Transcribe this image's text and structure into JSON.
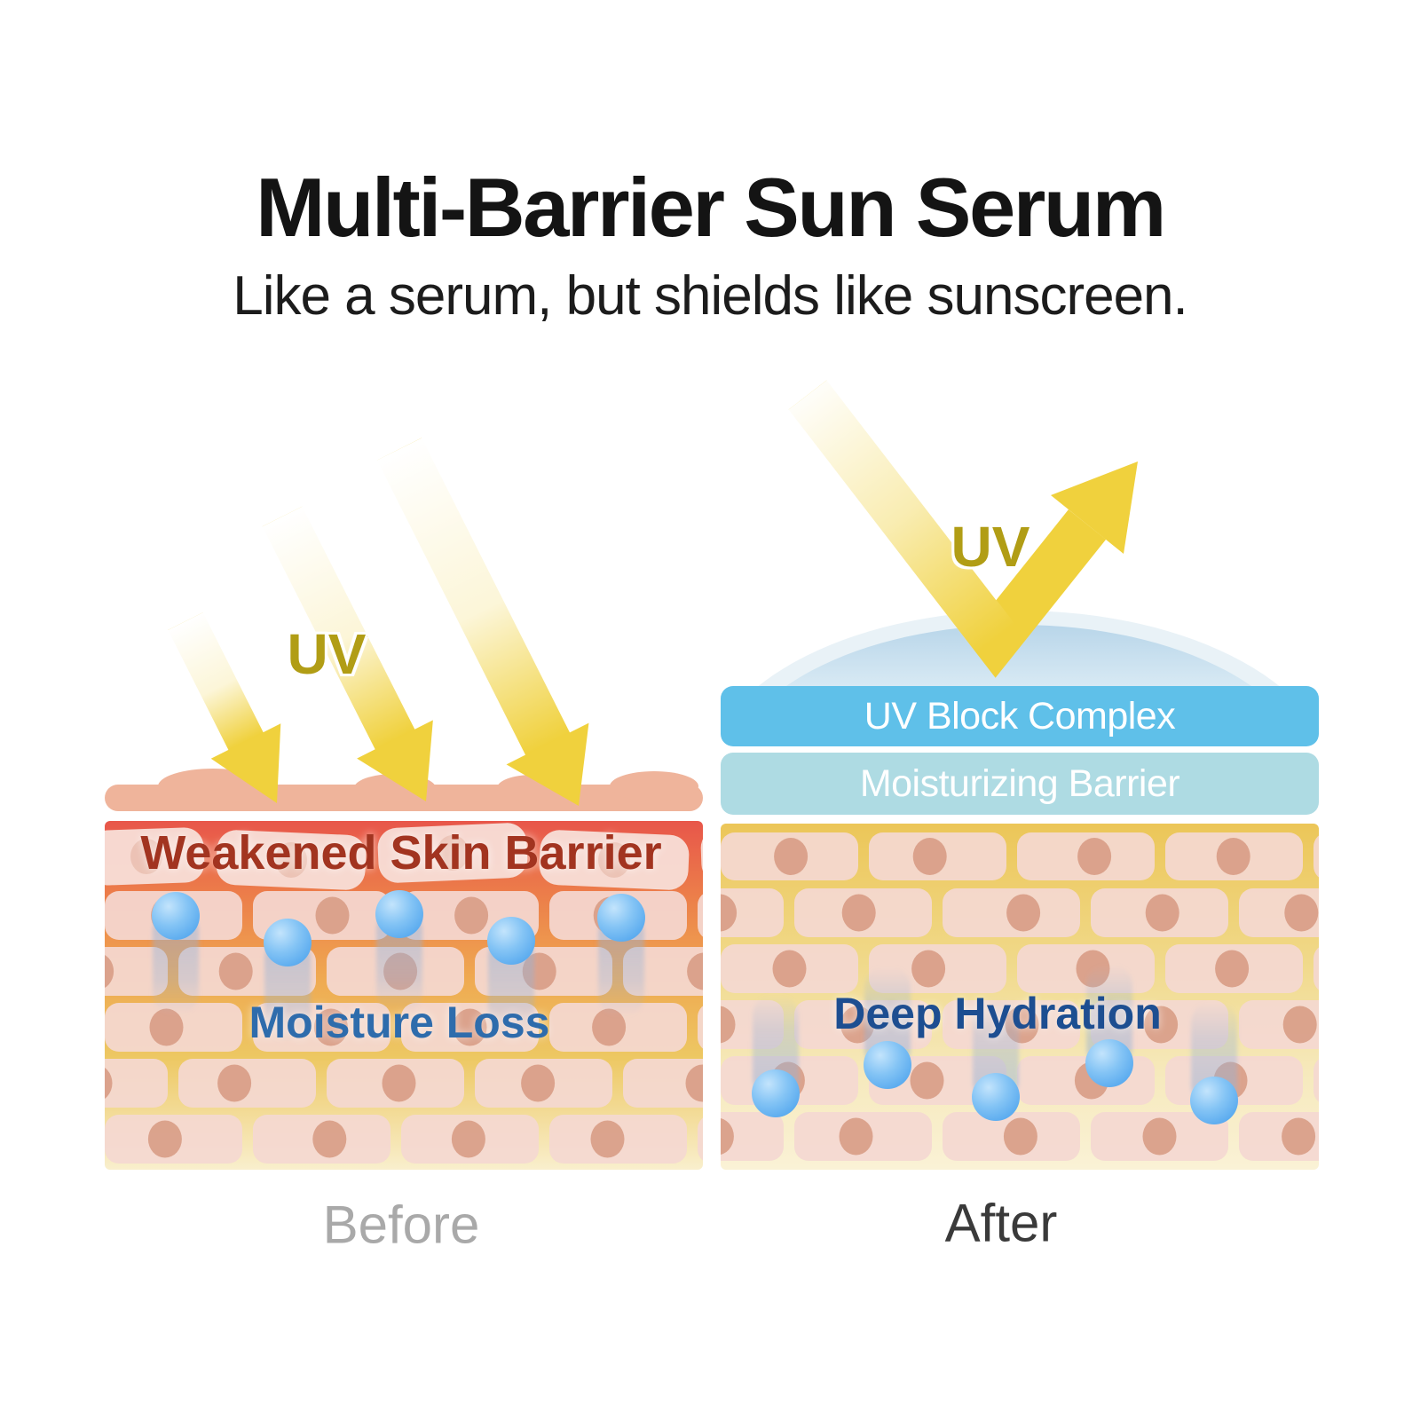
{
  "header": {
    "title": "Multi-Barrier Sun Serum",
    "subtitle": "Like a serum, but shields like sunscreen."
  },
  "before_panel": {
    "uv_label": "UV",
    "barrier_label": "Weakened Skin Barrier",
    "moisture_label": "Moisture Loss",
    "caption": "Before"
  },
  "after_panel": {
    "uv_label": "UV",
    "shield_layers": [
      {
        "label": "UV Block Complex"
      },
      {
        "label": "Moisturizing Barrier"
      }
    ],
    "hydration_label": "Deep Hydration",
    "caption": "After"
  },
  "colors": {
    "uv_text": "#b19d15",
    "ray_yellow": "#f0d13d",
    "skin_surface": "#efb49b",
    "barrier_text": "#a23420",
    "moisture_text": "#2e6cac",
    "hydration_text": "#1d4e91",
    "uv_block_band": "#5fc0e9",
    "moisturizing_band": "#aedbe3",
    "band_text": "#ffffff",
    "droplet_blue": "#62b3f0",
    "trail_blue": "#96b2d6",
    "cell_pink": "#f4d8d1",
    "weakened_cell_pink": "#f8ded7",
    "cell_nucleus": "#d89c85",
    "block_before_top": "#e8564a",
    "block_before_bottom": "#f9efcd",
    "block_after_top": "#ecc658",
    "block_after_bottom": "#faf2d6",
    "dome_blue": "#b4d3e8",
    "before_caption": "#a9a9a9",
    "after_caption": "#3a3a3a"
  }
}
